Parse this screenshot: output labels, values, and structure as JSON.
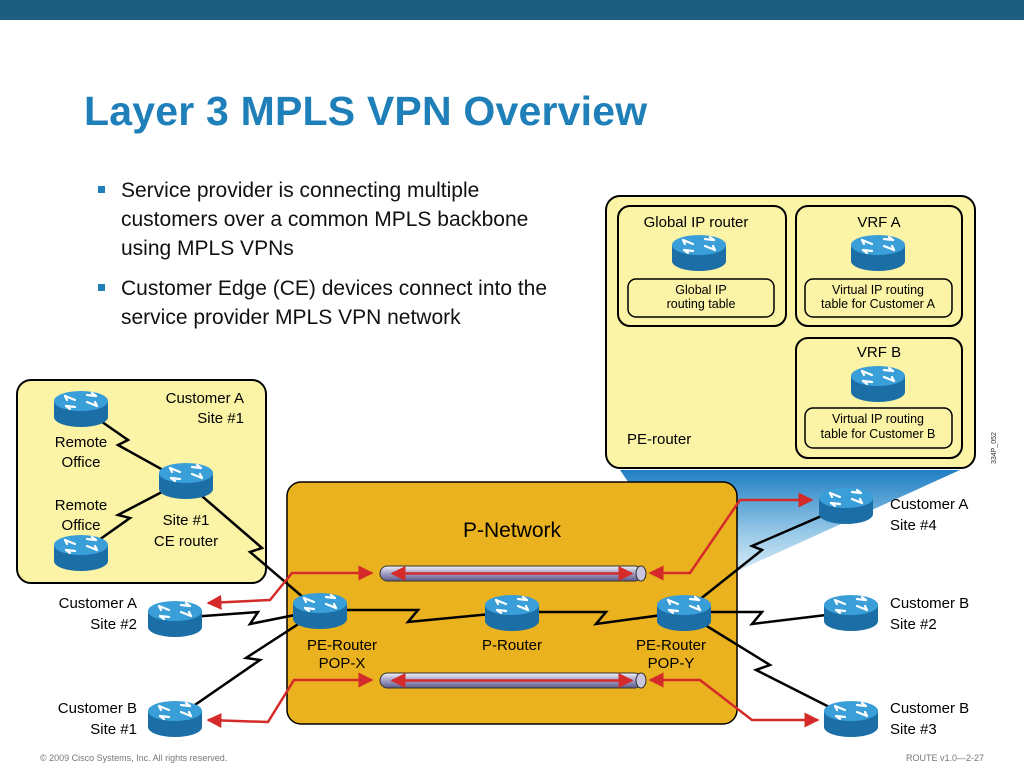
{
  "slide": {
    "title": "Layer 3 MPLS VPN Overview",
    "bullets": [
      "Service provider is connecting multiple customers over a common MPLS backbone using MPLS VPNs",
      "Customer Edge (CE) devices connect into the service provider MPLS VPN network"
    ],
    "footer_left": "© 2009 Cisco Systems, Inc. All rights reserved.",
    "footer_right": "ROUTE v1.0—2-27"
  },
  "diagram": {
    "customer_a_site1": {
      "label_line1": "Customer A",
      "label_line2": "Site #1",
      "remote1_line1": "Remote",
      "remote1_line2": "Office",
      "remote2_line1": "Remote",
      "remote2_line2": "Office",
      "ce_line1": "Site #1",
      "ce_line2": "CE router"
    },
    "p_network": {
      "title": "P-Network",
      "pe_x_line1": "PE-Router",
      "pe_x_line2": "POP-X",
      "p_router": "P-Router",
      "pe_y_line1": "PE-Router",
      "pe_y_line2": "POP-Y"
    },
    "pe_detail": {
      "global_title": "Global IP router",
      "global_table_line1": "Global IP",
      "global_table_line2": "routing table",
      "vrf_a_title": "VRF A",
      "vrf_a_table_line1": "Virtual IP routing",
      "vrf_a_table_line2": "table for Customer A",
      "vrf_b_title": "VRF B",
      "vrf_b_table_line1": "Virtual IP routing",
      "vrf_b_table_line2": "table for Customer B",
      "footer": "PE-router",
      "figure_code": "334P_052"
    },
    "sites": {
      "ca_site2_line1": "Customer A",
      "ca_site2_line2": "Site #2",
      "cb_site1_line1": "Customer B",
      "cb_site1_line2": "Site #1",
      "ca_site4_line1": "Customer A",
      "ca_site4_line2": "Site #4",
      "cb_site2_line1": "Customer B",
      "cb_site2_line2": "Site #2",
      "cb_site3_line1": "Customer B",
      "cb_site3_line2": "Site #3"
    },
    "colors": {
      "yellow_box": "#fbf3a6",
      "p_network": "#eab21f",
      "router_blue": "#2a8ec7",
      "link_red": "#d42a2a",
      "title_blue": "#1f7fb8"
    }
  }
}
